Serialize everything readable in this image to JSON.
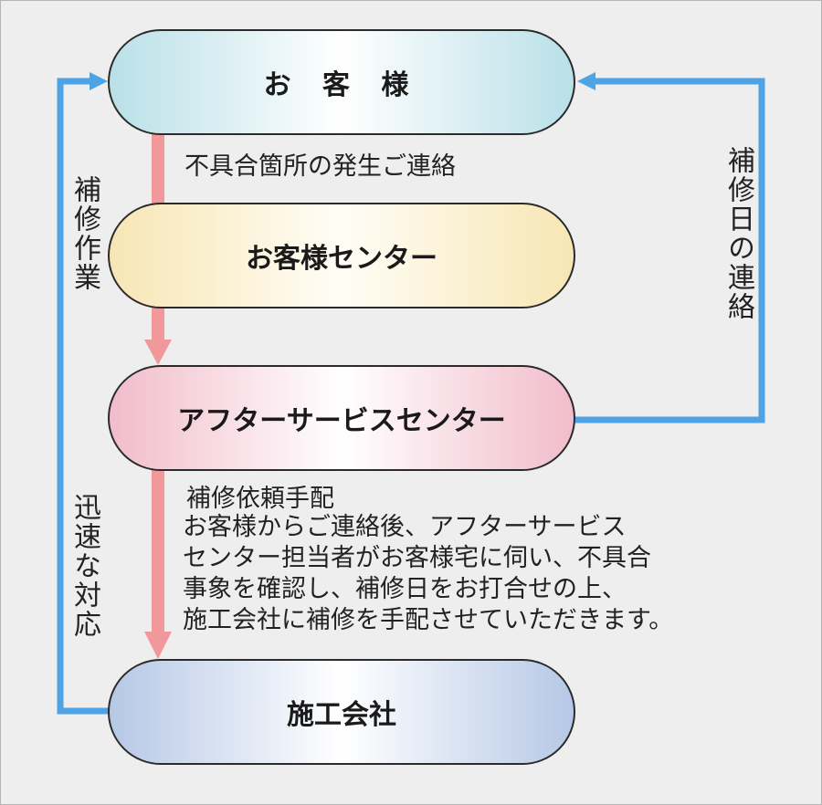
{
  "boxes": {
    "customer": "お 客 様",
    "customer_center": "お客様センター",
    "after_service_center": "アフターサービスセンター",
    "contractor": "施工会社"
  },
  "flow_labels": {
    "defect_report": "不具合箇所の発生ご連絡",
    "repair_arrangement": "補修依頼手配",
    "repair_date_contact": "補修日の連絡",
    "repair_work": "補修作業",
    "quick_response": "迅速な対応"
  },
  "description": {
    "lines": [
      "お客様からご連絡後、アフターサービス",
      "センター担当者がお客様宅に伺い、不具合",
      "事象を確認し、補修日をお打合せの上、",
      "施工会社に補修を手配させていただきます。"
    ]
  },
  "colors": {
    "pink_arrow": "#f0989a",
    "blue_arrow": "#4da3e3",
    "customer_box": "#b9e0e8",
    "center_box": "#f7e6b4",
    "after_box": "#f1bccb",
    "contractor_box": "#b6c8e6"
  }
}
